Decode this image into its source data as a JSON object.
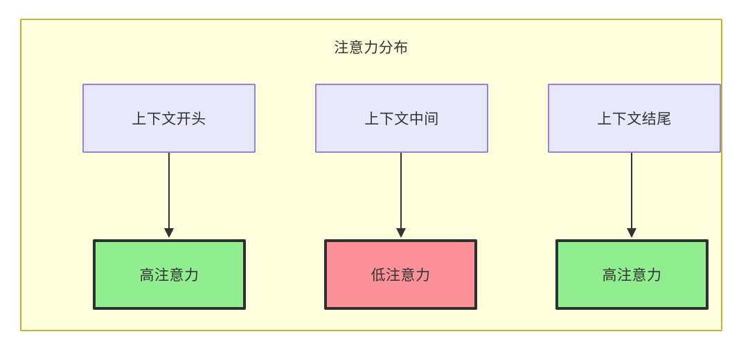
{
  "diagram": {
    "title": "注意力分布",
    "frame_color": "#bfb630",
    "frame_fill": "#ffffdd",
    "nodes_top": [
      {
        "id": "context-start",
        "label": "上下文开头",
        "fill": "#e8e8fd",
        "border": "#9d7ce0"
      },
      {
        "id": "context-middle",
        "label": "上下文中间",
        "fill": "#e8e8fd",
        "border": "#9d7ce0"
      },
      {
        "id": "context-end",
        "label": "上下文结尾",
        "fill": "#e8e8fd",
        "border": "#9d7ce0"
      }
    ],
    "nodes_bottom": [
      {
        "id": "attention-high-start",
        "label": "高注意力",
        "fill": "#90ee90",
        "border": "#2f2f2f"
      },
      {
        "id": "attention-low-middle",
        "label": "低注意力",
        "fill": "#fa9098",
        "border": "#2f2f2f"
      },
      {
        "id": "attention-high-end",
        "label": "高注意力",
        "fill": "#90ee90",
        "border": "#2f2f2f"
      }
    ],
    "edges": [
      {
        "from": "context-start",
        "to": "attention-high-start",
        "style": "solid-arrow"
      },
      {
        "from": "context-middle",
        "to": "attention-low-middle",
        "style": "solid-arrow"
      },
      {
        "from": "context-end",
        "to": "attention-high-end",
        "style": "solid-arrow"
      }
    ]
  }
}
